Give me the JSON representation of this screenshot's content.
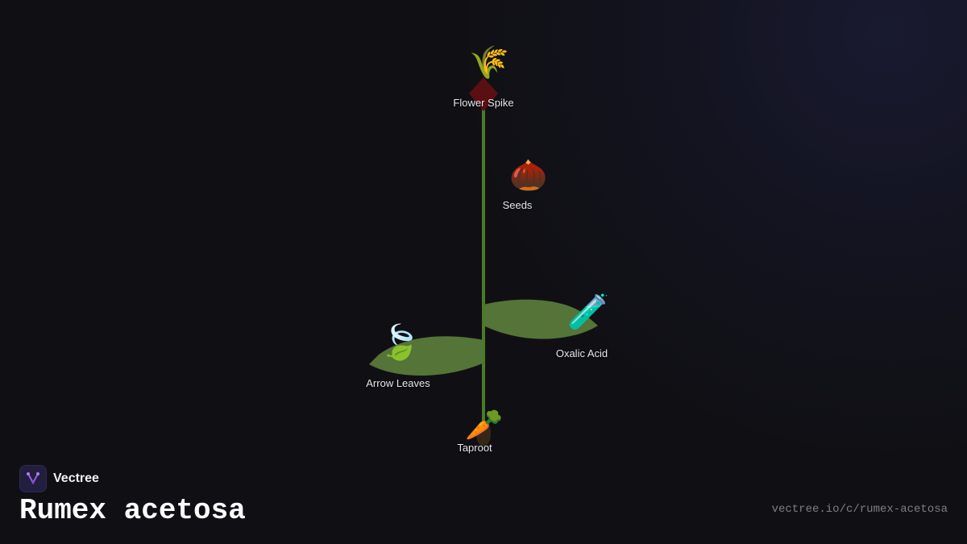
{
  "brand": {
    "name": "Vectree",
    "logo_icon": "branch-fork-icon",
    "logo_color": "#9b5de5"
  },
  "title": "Rumex acetosa",
  "source_url": "vectree.io/c/rumex-acetosa",
  "colors": {
    "background": "#101014",
    "stem": "#4a7a2a",
    "leaf": "#5a7a3a",
    "flower_bud": "#5a0f12"
  },
  "nodes": [
    {
      "id": "flower-spike",
      "label": "Flower Spike",
      "icon": "sheaf-of-rice-icon",
      "glyph": "🌾"
    },
    {
      "id": "seeds",
      "label": "Seeds",
      "icon": "chestnut-icon",
      "glyph": "🌰"
    },
    {
      "id": "oxalic-acid",
      "label": "Oxalic Acid",
      "icon": "test-tube-icon",
      "glyph": "🧪"
    },
    {
      "id": "arrow-leaves",
      "label": "Arrow Leaves",
      "icon": "leaf-fluttering-icon",
      "glyph": "🍃"
    },
    {
      "id": "taproot",
      "label": "Taproot",
      "icon": "carrot-icon",
      "glyph": "🥕"
    }
  ]
}
